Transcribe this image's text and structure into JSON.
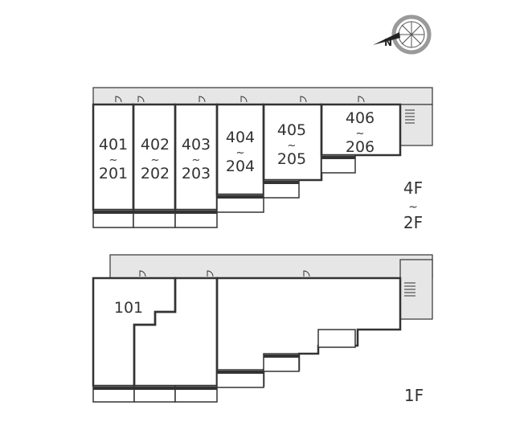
{
  "compass": {
    "direction_label": "N"
  },
  "upper_floors": {
    "floor_label_top": "4F",
    "floor_label_tilde": "~",
    "floor_label_bottom": "2F",
    "units": [
      {
        "top": "401",
        "tilde": "~",
        "bottom": "201"
      },
      {
        "top": "402",
        "tilde": "~",
        "bottom": "202"
      },
      {
        "top": "403",
        "tilde": "~",
        "bottom": "203"
      },
      {
        "top": "404",
        "tilde": "~",
        "bottom": "204"
      },
      {
        "top": "405",
        "tilde": "~",
        "bottom": "205"
      },
      {
        "top": "406",
        "tilde": "~",
        "bottom": "206"
      }
    ]
  },
  "ground_floor": {
    "floor_label": "1F",
    "units": [
      {
        "label": "101"
      }
    ]
  },
  "colors": {
    "wall": "#333333",
    "corridor": "#e6e6e6",
    "compass_ring": "#9a9a9a"
  }
}
